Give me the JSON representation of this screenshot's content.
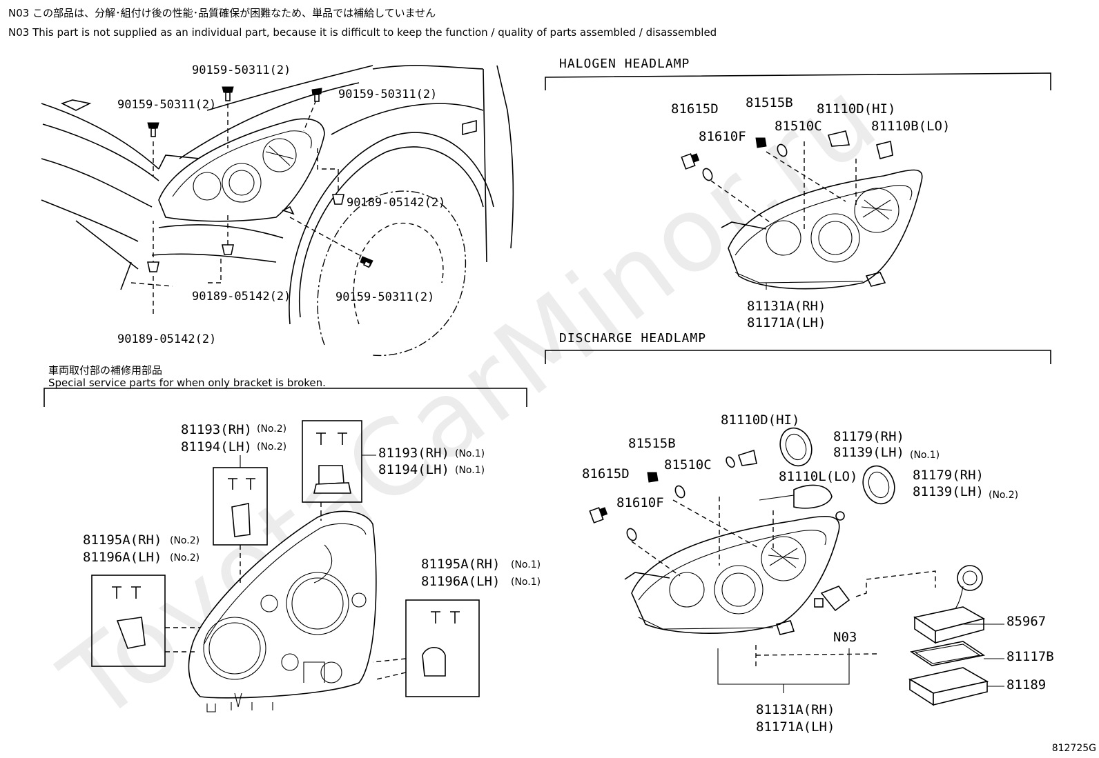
{
  "notes": {
    "jp": "N03 この部品は、分解･組付け後の性能･品質確保が困難なため、単品では補給していません",
    "en": "N03 This part is not supplied as an individual part, because it is difficult to keep the function / quality of parts assembled / disassembled"
  },
  "watermark": "ToyotaCarMinor.ru",
  "figure_id": "812725G",
  "mounting": {
    "labels": [
      "90159-50311(2)",
      "90159-50311(2)",
      "90159-50311(2)",
      "90189-05142(2)",
      "90189-05142(2)",
      "90159-50311(2)",
      "90189-05142(2)"
    ]
  },
  "halogen": {
    "title": "HALOGEN HEADLAMP",
    "labels": [
      "81615D",
      "81515B",
      "81110D(HI)",
      "81510C",
      "81110B(LO)",
      "81610F",
      "81131A(RH)",
      "81171A(LH)"
    ]
  },
  "discharge": {
    "title": "DISCHARGE HEADLAMP",
    "labels": [
      "81110D(HI)",
      "81179(RH)",
      "81139(LH)",
      "(No.1)",
      "81515B",
      "81510C",
      "81110L(LO)",
      "81179(RH)",
      "81139(LH)",
      "(No.2)",
      "81615D",
      "81610F",
      "85967",
      "N03",
      "81117B",
      "81189",
      "81131A(RH)",
      "81171A(LH)"
    ]
  },
  "service": {
    "title_jp": "車両取付部の補修用部品",
    "title_en": "Special service parts for when only bracket is broken.",
    "labels": [
      "81193(RH)",
      "(No.2)",
      "81194(LH)",
      "(No.2)",
      "81193(RH)",
      "(No.1)",
      "81194(LH)",
      "(No.1)",
      "81195A(RH)",
      "(No.2)",
      "81196A(LH)",
      "(No.2)",
      "81195A(RH)",
      "(No.1)",
      "81196A(LH)",
      "(No.1)"
    ]
  }
}
